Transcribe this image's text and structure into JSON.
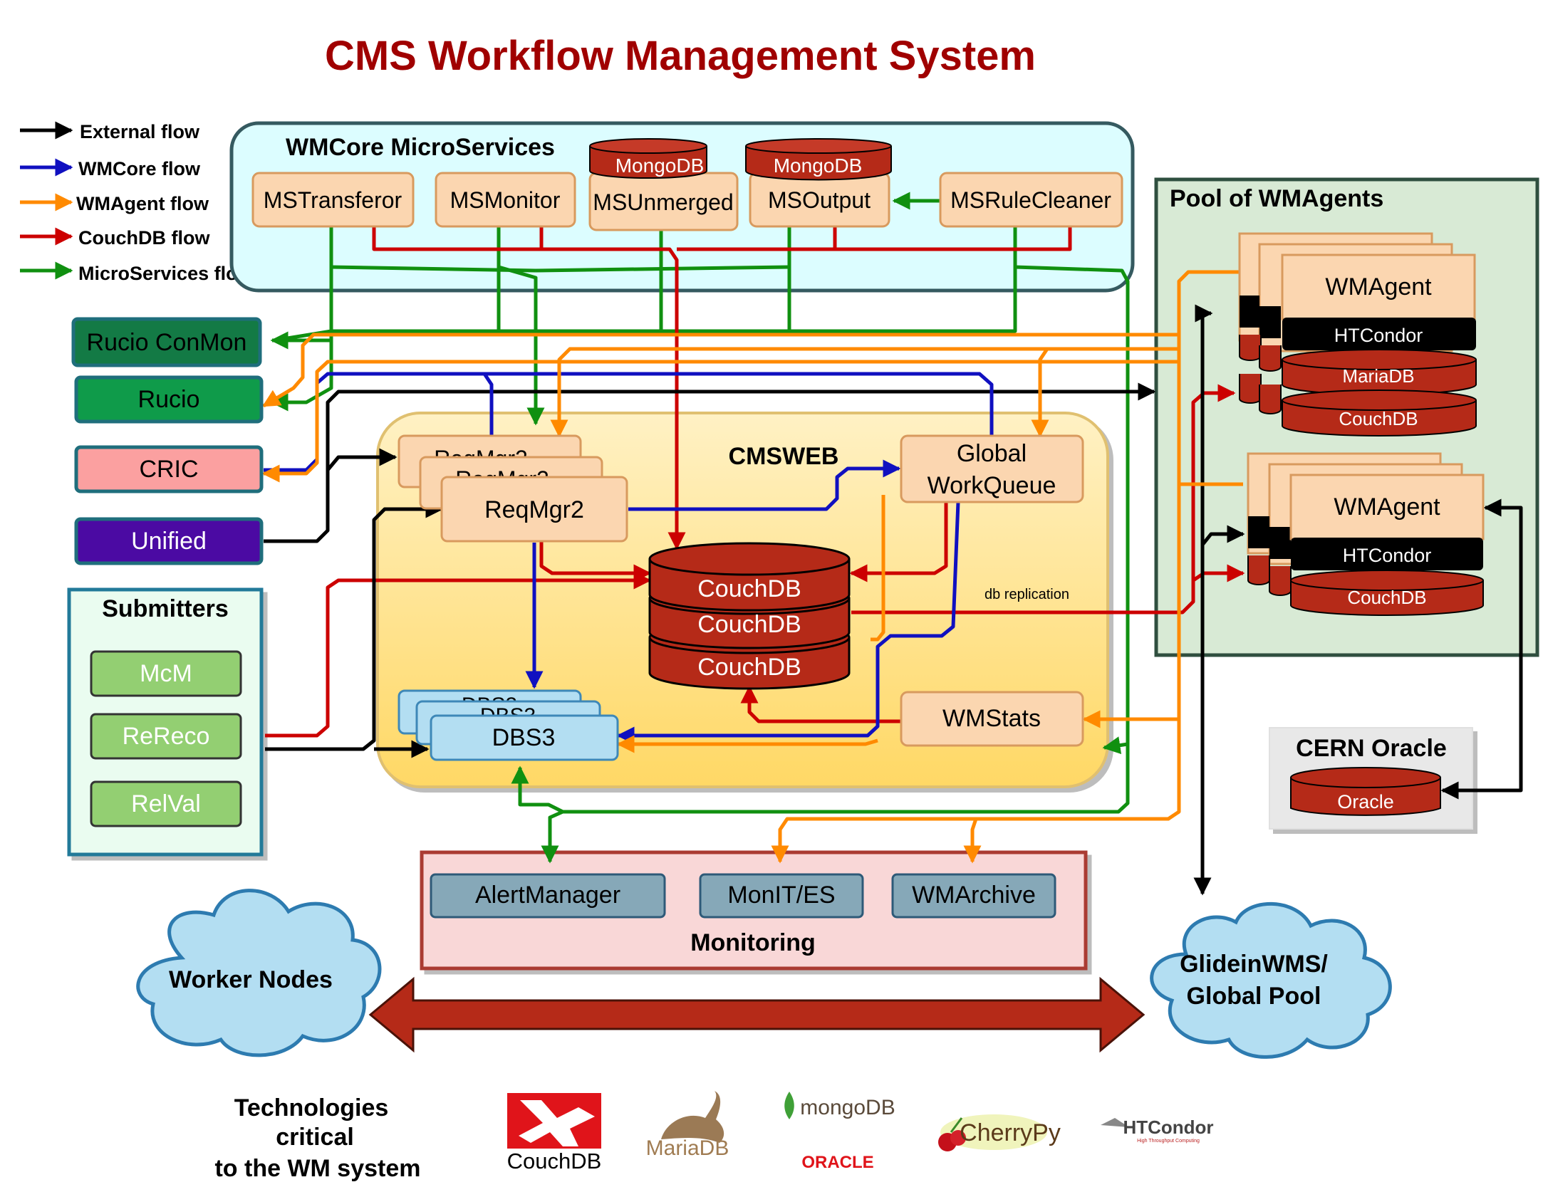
{
  "title": "CMS Workflow Management System",
  "legend": {
    "external": "External flow",
    "wmcore": "WMCore flow",
    "wmagent": "WMAgent flow",
    "couchdb": "CouchDB flow",
    "microservices": "MicroServices flow"
  },
  "colors": {
    "external": "#000000",
    "wmcore": "#1010c0",
    "wmagent": "#ff8a00",
    "couchdb": "#cc0000",
    "microservices": "#109010",
    "title": "#a00000",
    "couch_red": "#b52a18"
  },
  "microservices": {
    "title": "WMCore MicroServices",
    "mstransferor": "MSTransferor",
    "msmonitor": "MSMonitor",
    "msunmerged": "MSUnmerged",
    "msoutput": "MSOutput",
    "msrulecleaner": "MSRuleCleaner",
    "mongodb": "MongoDB"
  },
  "external_services": {
    "rucio_conmon": "Rucio ConMon",
    "rucio": "Rucio",
    "cric": "CRIC",
    "unified": "Unified"
  },
  "submitters": {
    "title": "Submitters",
    "mcm": "McM",
    "rereco": "ReReco",
    "relval": "RelVal"
  },
  "cmsweb": {
    "title": "CMSWEB",
    "reqmgr_back": "ReqMgr2",
    "reqmgr": "ReqMgr2",
    "workqueue_1": "Global",
    "workqueue_2": "WorkQueue",
    "couchdb": "CouchDB",
    "dbs_back": "DBS3",
    "dbs": "DBS3",
    "wmstats": "WMStats",
    "db_replication": "db replication"
  },
  "pool": {
    "title": "Pool of WMAgents",
    "wmagent": "WMAgent",
    "htcondor": "HTCondor",
    "mariadb": "MariaDB",
    "couchdb": "CouchDB"
  },
  "oracle": {
    "title": "CERN Oracle",
    "db": "Oracle"
  },
  "monitoring": {
    "title": "Monitoring",
    "alertmanager": "AlertManager",
    "monit": "MonIT/ES",
    "wmarchive": "WMArchive"
  },
  "clouds": {
    "worker_nodes": "Worker Nodes",
    "glidein_1": "GlideinWMS/",
    "glidein_2": "Global Pool"
  },
  "technologies": {
    "line1": "Technologies",
    "line2": "critical",
    "line3": "to the WM system",
    "couchdb": "CouchDB",
    "mariadb": "MariaDB",
    "mongodb": "mongoDB",
    "oracle": "ORACLE",
    "cherrypy": "CherryPy",
    "htcondor": "HTCondor",
    "htcondor_sub": "High Throughput Computing"
  }
}
